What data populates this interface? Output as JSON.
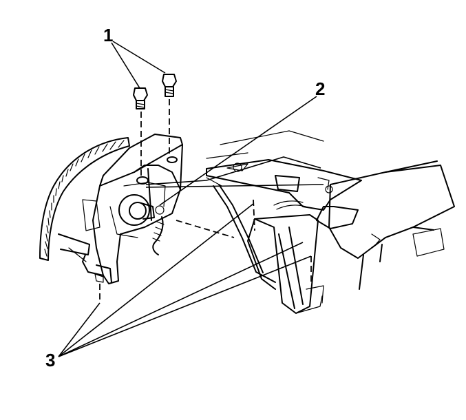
{
  "callouts": {
    "bolts": "1",
    "mounting_bracket": "2",
    "retainers": "3"
  }
}
